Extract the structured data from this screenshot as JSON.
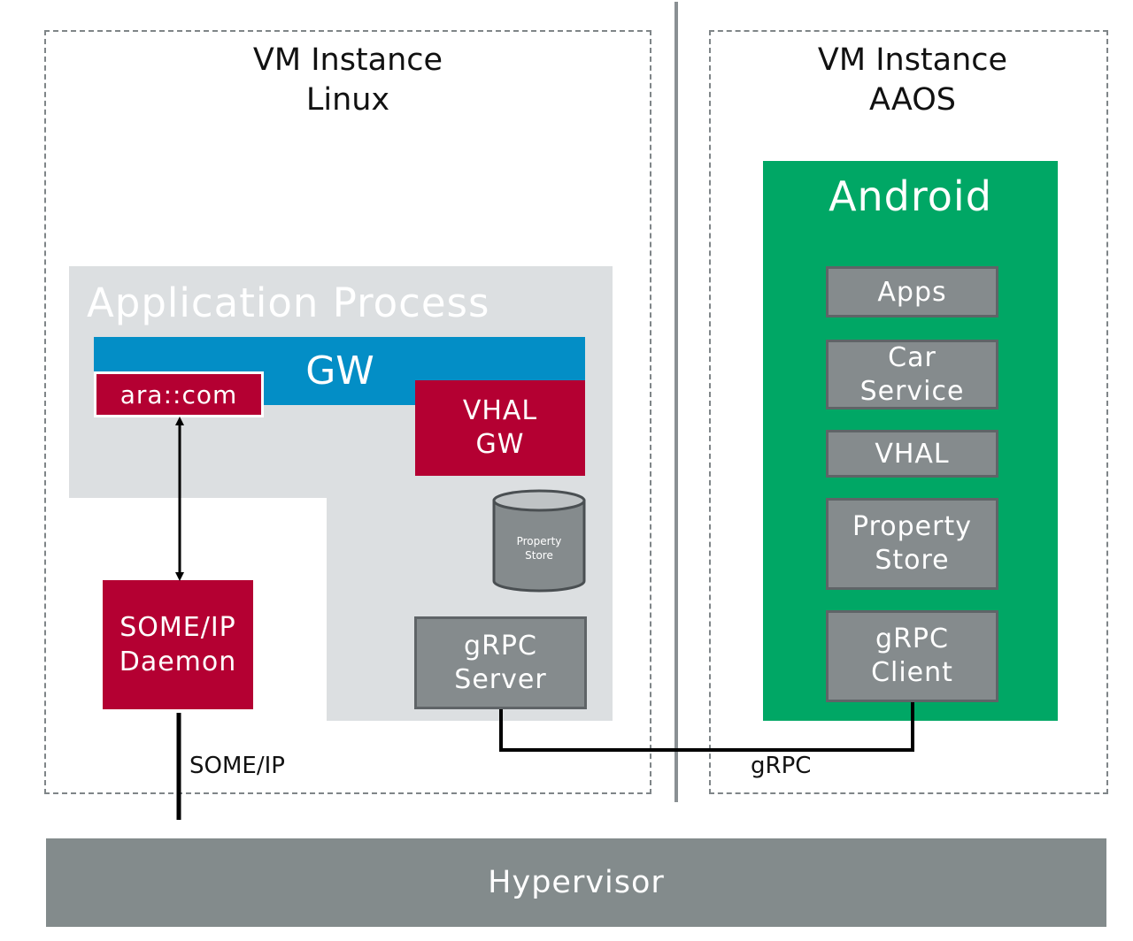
{
  "vm_linux": {
    "title_line1": "VM Instance",
    "title_line2": "Linux"
  },
  "vm_aaos": {
    "title_line1": "VM Instance",
    "title_line2": "AAOS"
  },
  "app_process": {
    "title": "Application Process",
    "gw": "GW",
    "ara_com": "ara::com",
    "vhal_gw_line1": "VHAL",
    "vhal_gw_line2": "GW",
    "property_store_line1": "Property",
    "property_store_line2": "Store",
    "grpc_server_line1": "gRPC",
    "grpc_server_line2": "Server"
  },
  "someip_daemon": {
    "line1": "SOME/IP",
    "line2": "Daemon"
  },
  "labels": {
    "someip": "SOME/IP",
    "grpc": "gRPC"
  },
  "android": {
    "title": "Android",
    "apps": "Apps",
    "car_service_line1": "Car",
    "car_service_line2": "Service",
    "vhal": "VHAL",
    "property_store_line1": "Property",
    "property_store_line2": "Store",
    "grpc_client_line1": "gRPC",
    "grpc_client_line2": "Client"
  },
  "hypervisor": {
    "label": "Hypervisor"
  },
  "colors": {
    "crimson": "#b40032",
    "blue": "#038ec6",
    "green": "#00a765",
    "grey": "#858b8d",
    "light_grey": "#dcdfe1",
    "hypervisor": "#838b8c"
  }
}
